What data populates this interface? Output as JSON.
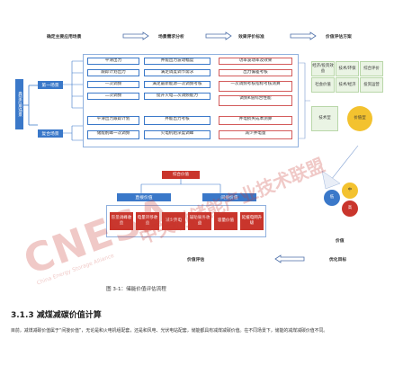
{
  "flow_header": {
    "steps": [
      "确定主要应用场景",
      "场景需求分析",
      "效果评价标准",
      "价值评估方案"
    ]
  },
  "left_group": {
    "vertical_label": "典型应用场景",
    "scenario_1": "第一场景",
    "scenario_2": "复合场景"
  },
  "table": {
    "col1": [
      "平滑出力",
      "跟踪计划出力",
      "一次调频",
      "二次调频",
      "平滑出力跟踪计划",
      "储能削峰一次调频"
    ],
    "col2": [
      "弃能出力波动幅度",
      "满足调度调节需求",
      "满足最新能源一次调频考核",
      "提升火电二次调频能力",
      "弃能出力考核",
      "火电机组深度调峰"
    ],
    "col3": [
      "功率波动率及效果",
      "出力偏差考核",
      "一次调频考核指标考核测算",
      "调频K值综合性能",
      "弃电损失成本测算",
      "减少弃电量"
    ]
  },
  "right_panel": {
    "grid": [
      "经济/投资效益",
      "技术/环保",
      "综合评价",
      "社会价值",
      "技术/经济",
      "投资运营"
    ],
    "label_a": "技术型",
    "label_b": "价值型"
  },
  "value_tree": {
    "root": "综合价值",
    "branch_left": "直接价值",
    "branch_right": "间接价值",
    "leaves": [
      "容量调峰收益",
      "电量转移收益",
      "减少弃电",
      "辅助服务收益",
      "容量价值",
      "延缓电网升级"
    ]
  },
  "bottom_flow": {
    "left": "价值评估",
    "right": "优化目标",
    "circle_label": "价值",
    "circle_values": [
      "低",
      "中",
      "高"
    ]
  },
  "watermark": {
    "big": "CNESA",
    "sub": "China Energy Storage Alliance",
    "arc": "中关村储能产业技术联盟"
  },
  "caption": "图 3-1：储能价值评估流程",
  "section": {
    "heading": "3.1.3 减煤减碳价值计算",
    "paragraph": "目前，减煤减碳价值属于“间接价值”，无论是和火电机组配套，还是和风电、光伏电站配套，储能都具有减煤减碳价值。在不同场景下，储能的减煤减碳价值不同。"
  },
  "colors": {
    "blue": "#3a78c9",
    "red": "#c9352c",
    "green": "#eaf4e4",
    "yellow": "#f3c22f"
  }
}
